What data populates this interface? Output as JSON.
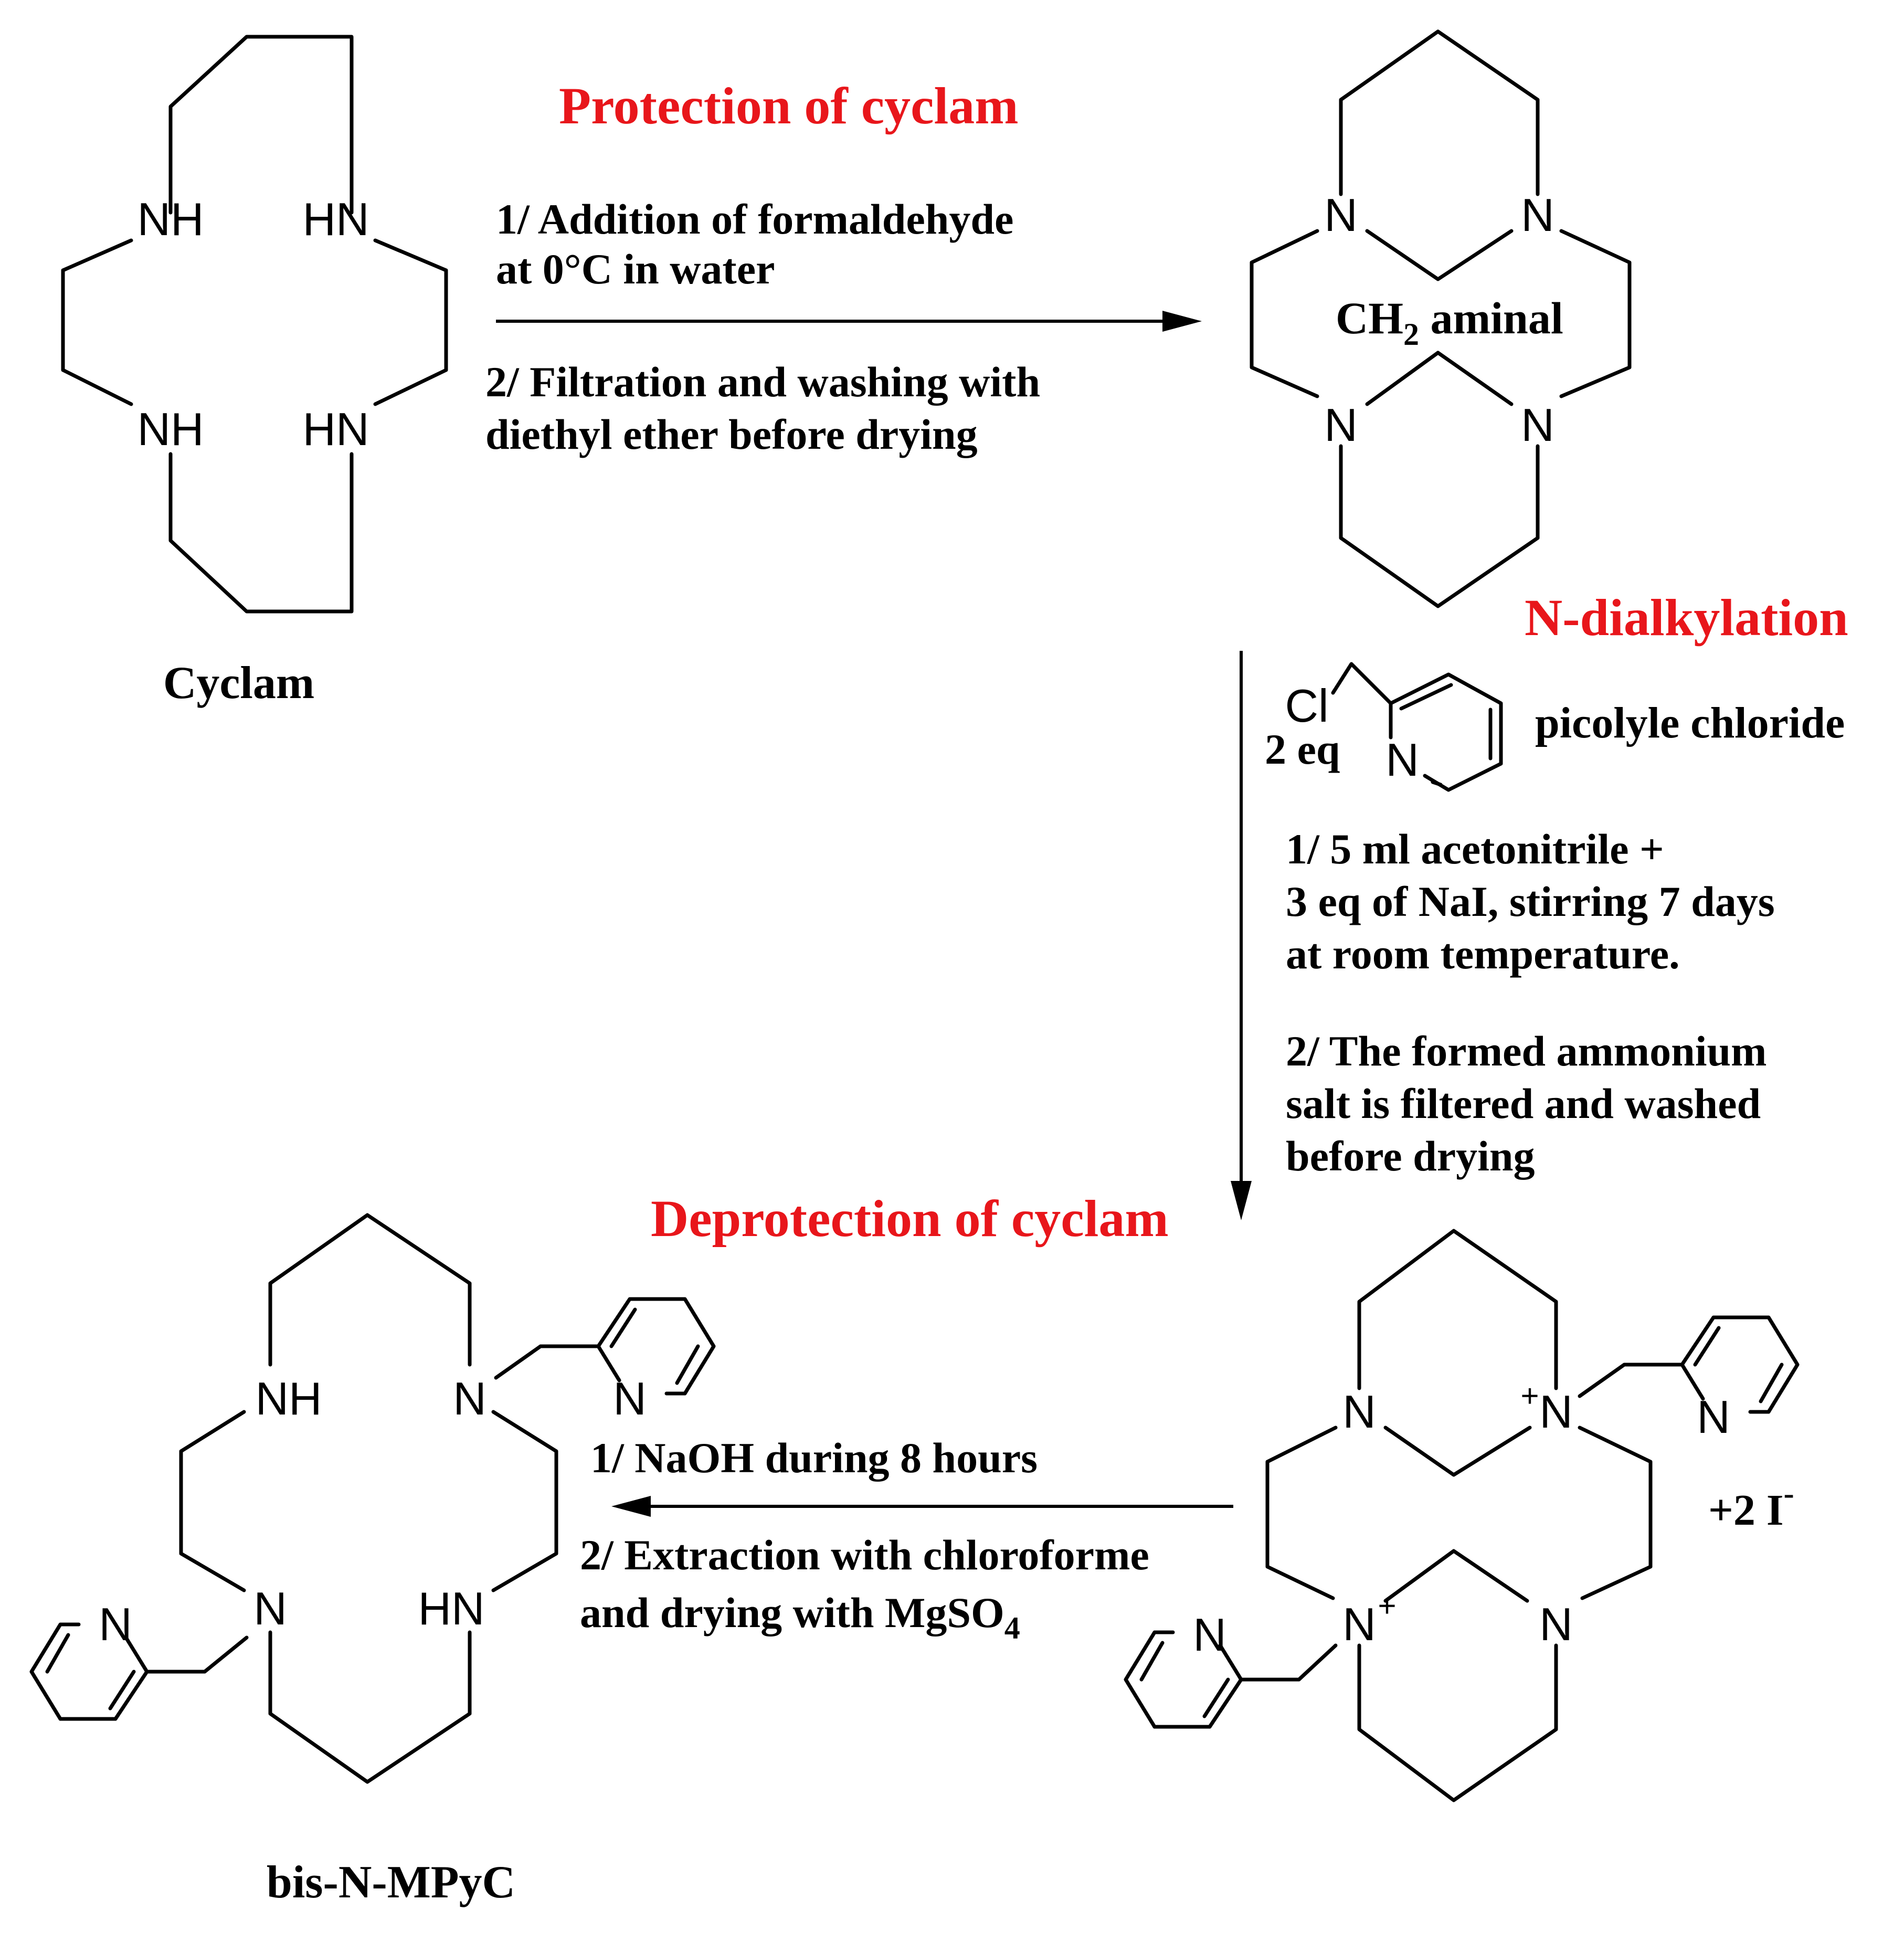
{
  "headings": {
    "protection": "Protection of cyclam",
    "dialkylation": "N-dialkylation",
    "deprotection": "Deprotection of cyclam"
  },
  "compounds": {
    "cyclam": "Cyclam",
    "aminal_prefix": "CH",
    "aminal_sub": "2",
    "aminal_suffix": " aminal",
    "product": "bis-N-MPyC",
    "reagent": "picolyle chloride",
    "reagent_eq": "2 eq",
    "counterion": "+2 I",
    "counterion_charge": "-"
  },
  "atoms": {
    "nh": "NH",
    "hn": "HN",
    "n": "N",
    "cl": "Cl",
    "plus": "+"
  },
  "steps": {
    "protection": [
      "1/ Addition of formaldehyde",
      " at 0°C in water",
      "2/ Filtration and washing with",
      "diethyl ether before drying"
    ],
    "alkylation_1": [
      "1/ 5 ml acetonitrile +",
      "3 eq of NaI, stirring 7  days",
      "at room temperature."
    ],
    "alkylation_2": [
      "2/ The formed  ammonium",
      "salt is filtered and washed",
      "before drying"
    ],
    "deprotection_1": "1/ NaOH during 8 hours",
    "deprotection_2a": "2/ Extraction with chloroforme",
    "deprotection_2b": "and drying with MgSO",
    "deprotection_2b_sub": "4"
  },
  "colors": {
    "heading": "#e8161b",
    "text": "#000000"
  }
}
